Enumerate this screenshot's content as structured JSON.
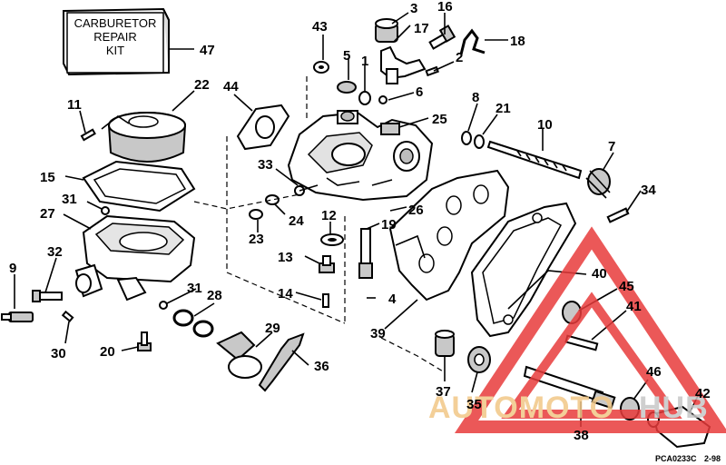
{
  "kit_box": {
    "line1": "CARBURETOR",
    "line2": "REPAIR",
    "line3": "KIT"
  },
  "labels": [
    "47",
    "3",
    "16",
    "43",
    "17",
    "18",
    "5",
    "1",
    "2",
    "6",
    "22",
    "44",
    "11",
    "8",
    "21",
    "25",
    "10",
    "7",
    "33",
    "15",
    "31",
    "27",
    "24",
    "23",
    "12",
    "19",
    "26",
    "34",
    "13",
    "9",
    "32",
    "40",
    "45",
    "31",
    "28",
    "14",
    "4",
    "41",
    "39",
    "29",
    "30",
    "20",
    "36",
    "46",
    "42",
    "37",
    "35",
    "38"
  ],
  "watermark": {
    "auto": "AUTOMOTO",
    "hub": "HUB",
    "auto_color": "#f1c787",
    "hub_color": "#c7c7c7",
    "triangle_color": "#e83b3b"
  },
  "footer": {
    "code": "PCA0233C",
    "date": "2-98"
  }
}
